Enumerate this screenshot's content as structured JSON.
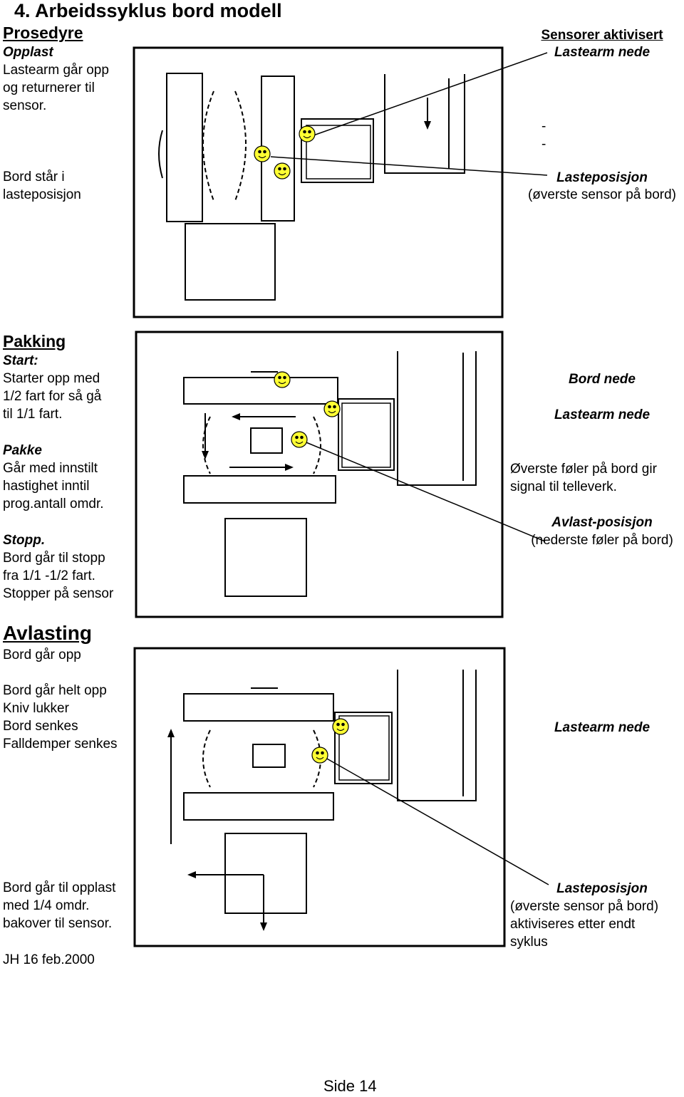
{
  "page": {
    "title": "4. Arbeidssyklus bord modell",
    "footer": "Side 14"
  },
  "section1": {
    "heading": "Prosedyre",
    "phase": "Opplast",
    "lines": [
      "Lastearm går opp",
      "og returnerer til",
      "sensor."
    ],
    "lower_lines": [
      "Bord står i",
      "lasteposisjon"
    ],
    "right_heading": "Sensorer aktivisert",
    "right_label1": "Lastearm nede",
    "right_label2": "Lasteposisjon",
    "right_label2_sub": "(øverste sensor på bord)",
    "dash": "-"
  },
  "section2": {
    "heading": "Pakking",
    "start_label": "Start:",
    "start_lines": [
      "Starter opp med",
      "1/2 fart for så gå",
      "til 1/1 fart."
    ],
    "pakke_label": "Pakke",
    "pakke_lines": [
      "Går med innstilt",
      "hastighet inntil",
      "prog.antall omdr."
    ],
    "stopp_label": "Stopp.",
    "stopp_lines": [
      "Bord går til stopp",
      "fra 1/1 -1/2 fart.",
      "Stopper på sensor"
    ],
    "right_label1": "Bord nede",
    "right_label2": "Lastearm nede",
    "right_text": [
      "Øverste føler på bord gir",
      "signal til telleverk."
    ],
    "right_label3": "Avlast-posisjon",
    "right_label3_sub": "(nederste føler på bord)"
  },
  "section3": {
    "heading": "Avlasting",
    "line1": "Bord går opp",
    "lines": [
      "Bord går helt opp",
      "Kniv lukker",
      "Bord senkes",
      "Falldemper senkes"
    ],
    "right_label1": "Lastearm nede",
    "bottom_lines": [
      "Bord går til opplast",
      "med 1/4 omdr.",
      "bakover til sensor."
    ],
    "signature": "JH 16 feb.2000",
    "right_label2": "Lasteposisjon",
    "right_text": [
      "(øverste sensor på bord)",
      "aktiviseres etter endt",
      "syklus"
    ]
  }
}
